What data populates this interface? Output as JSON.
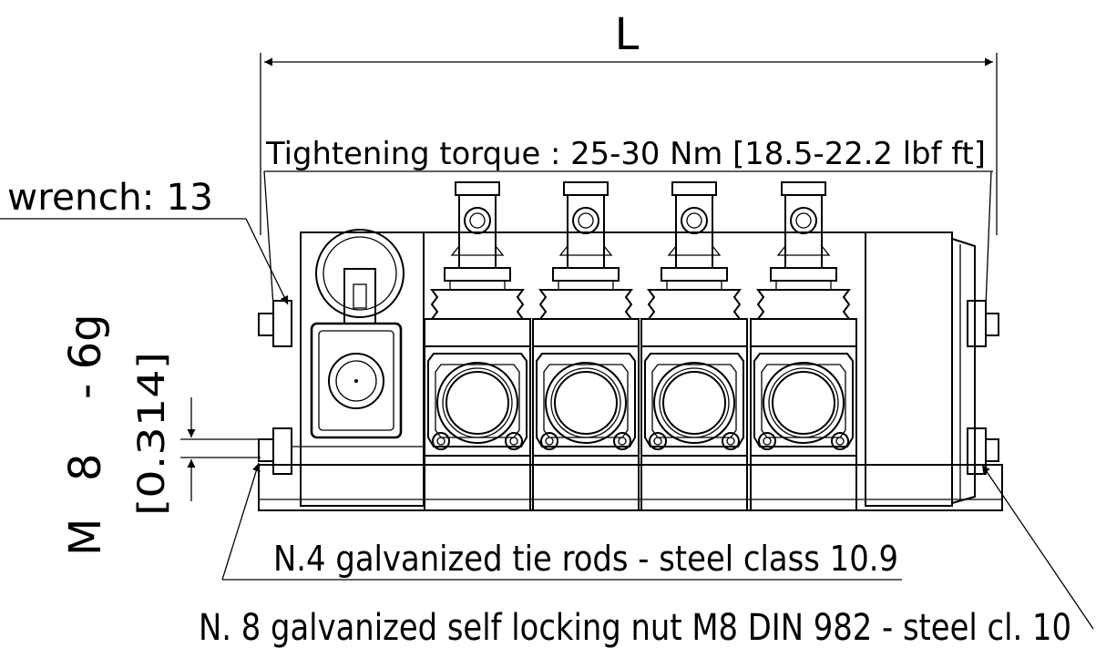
{
  "dimensions": {
    "length_label": "L"
  },
  "annotations": {
    "torque": "Tightening torque : 25-30 Nm [18.5-22.2 lbf ft]",
    "wrench": "wrench: 13",
    "thread_m": "M",
    "thread_size": "8",
    "thread_tolerance": "- 6g",
    "thread_inch": "[0.314]",
    "tie_rods": "N.4 galvanized tie rods - steel class 10.9",
    "nuts": "N. 8 galvanized self locking nut M8 DIN 982 - steel cl. 10"
  },
  "drawing": {
    "sections": 4,
    "line_color": "#000000",
    "background": "#ffffff"
  }
}
